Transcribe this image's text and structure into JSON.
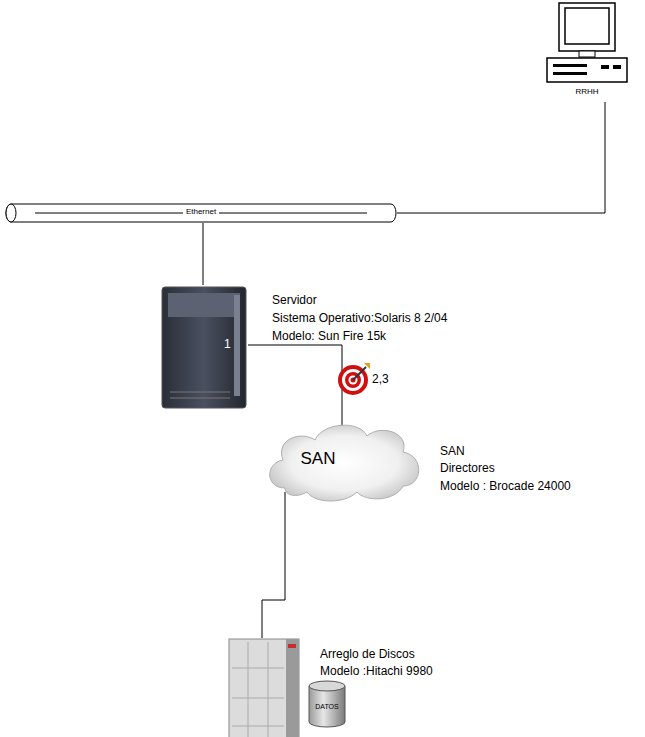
{
  "diagram": {
    "nodes": [
      {
        "text": [
          "RRHH"
        ]
      },
      {
        "text": [
          "Ethernet"
        ]
      },
      {
        "text": [
          "Servidor",
          "Sistema Operativo:Solaris 8 2/04",
          "Modelo: Sun Fire 15k"
        ]
      },
      {
        "text": [
          "SAN",
          "SAN",
          "Directores",
          "Modelo : Brocade 24000"
        ]
      },
      {
        "text": [
          "Arreglo de Discos",
          "Modelo :Hitachi 9980"
        ]
      },
      {
        "text": [
          "DATOS"
        ]
      }
    ],
    "edges": [
      {
        "from": 0,
        "to": 1,
        "arrow": "none"
      },
      {
        "from": 1,
        "to": 2,
        "arrow": "none"
      },
      {
        "from": 2,
        "to": 3,
        "arrow": "none"
      },
      {
        "from": 3,
        "to": 4,
        "arrow": "none"
      }
    ],
    "labels": [
      "1",
      "2,3"
    ]
  }
}
